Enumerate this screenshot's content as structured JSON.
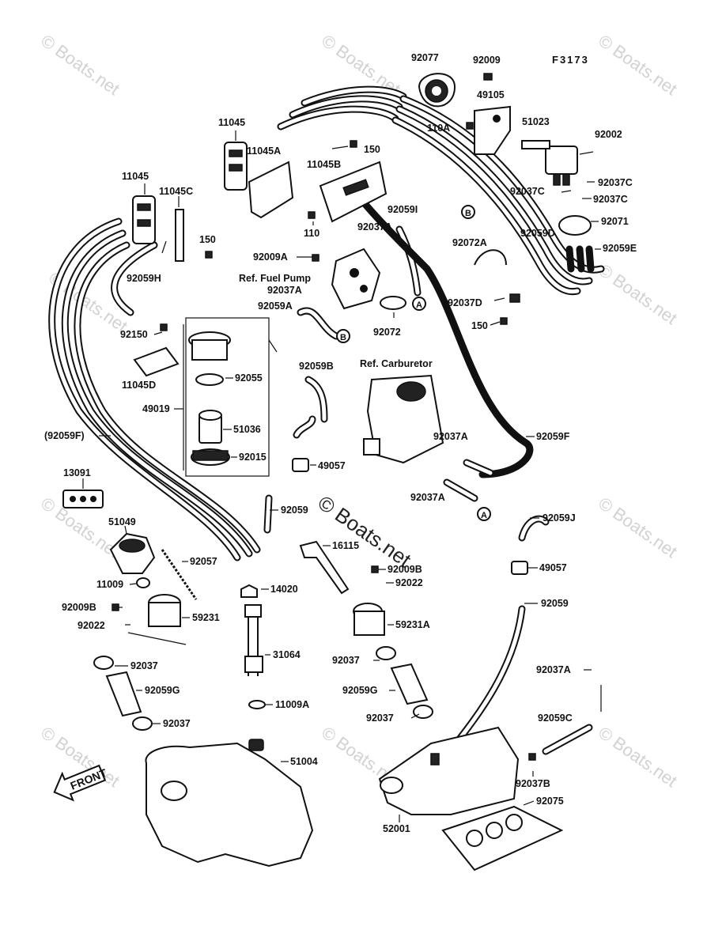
{
  "diagram_code": "F3173",
  "watermark": "© Boats.net",
  "front_label": "FRONT",
  "refs": {
    "fuel_pump": "Ref. Fuel Pump",
    "carburetor": "Ref. Carburetor"
  },
  "markers": {
    "a": "A",
    "b": "B"
  },
  "labels": {
    "p92077": "92077",
    "p92009": "92009",
    "p49105": "49105",
    "p110A": "110A",
    "p51023": "51023",
    "p92002": "92002",
    "p92037C_1": "92037C",
    "p92037C_2": "92037C",
    "p92037C_3": "92037C",
    "p92071": "92071",
    "p92059D": "92059D",
    "p92059E": "92059E",
    "p92072A": "92072A",
    "p92037D": "92037D",
    "p150_r": "150",
    "p11045_1": "11045",
    "p11045A": "11045A",
    "p150_t": "150",
    "p11045B": "11045B",
    "p11045_2": "11045",
    "p11045C": "11045C",
    "p150_l": "150",
    "p110": "110",
    "p92037A_1": "92037A",
    "p92059I": "92059I",
    "p92009A": "92009A",
    "p92059H": "92059H",
    "p92037A_2": "92037A",
    "p92059A": "92059A",
    "p92072": "92072",
    "p92150": "92150",
    "p92059B": "92059B",
    "p11045D": "11045D",
    "p92055": "92055",
    "p49019": "49019",
    "p51036": "51036",
    "p92015": "92015",
    "p49057_1": "49057",
    "p92059F_paren": "(92059F)",
    "p92037A_3": "92037A",
    "p92059F": "92059F",
    "p92037A_4": "92037A",
    "p13091": "13091",
    "p92059_1": "92059",
    "p51049": "51049",
    "p16115": "16115",
    "p92059J": "92059J",
    "p92057": "92057",
    "p92009B_1": "92009B",
    "p49057_2": "49057",
    "p11009": "11009",
    "p14020": "14020",
    "p92022_1": "92022",
    "p92009B_2": "92009B",
    "p59231": "59231",
    "p92059_2": "92059",
    "p92022_2": "92022",
    "p59231A": "59231A",
    "p92037_1": "92037",
    "p31064": "31064",
    "p92037_2": "92037",
    "p92037A_5": "92037A",
    "p92059G_1": "92059G",
    "p92059G_2": "92059G",
    "p92037_3": "92037",
    "p92059C": "92059C",
    "p11009A": "11009A",
    "p92037_4": "92037",
    "p51004": "51004",
    "p92037B": "92037B",
    "p92075": "92075",
    "p52001": "52001"
  }
}
